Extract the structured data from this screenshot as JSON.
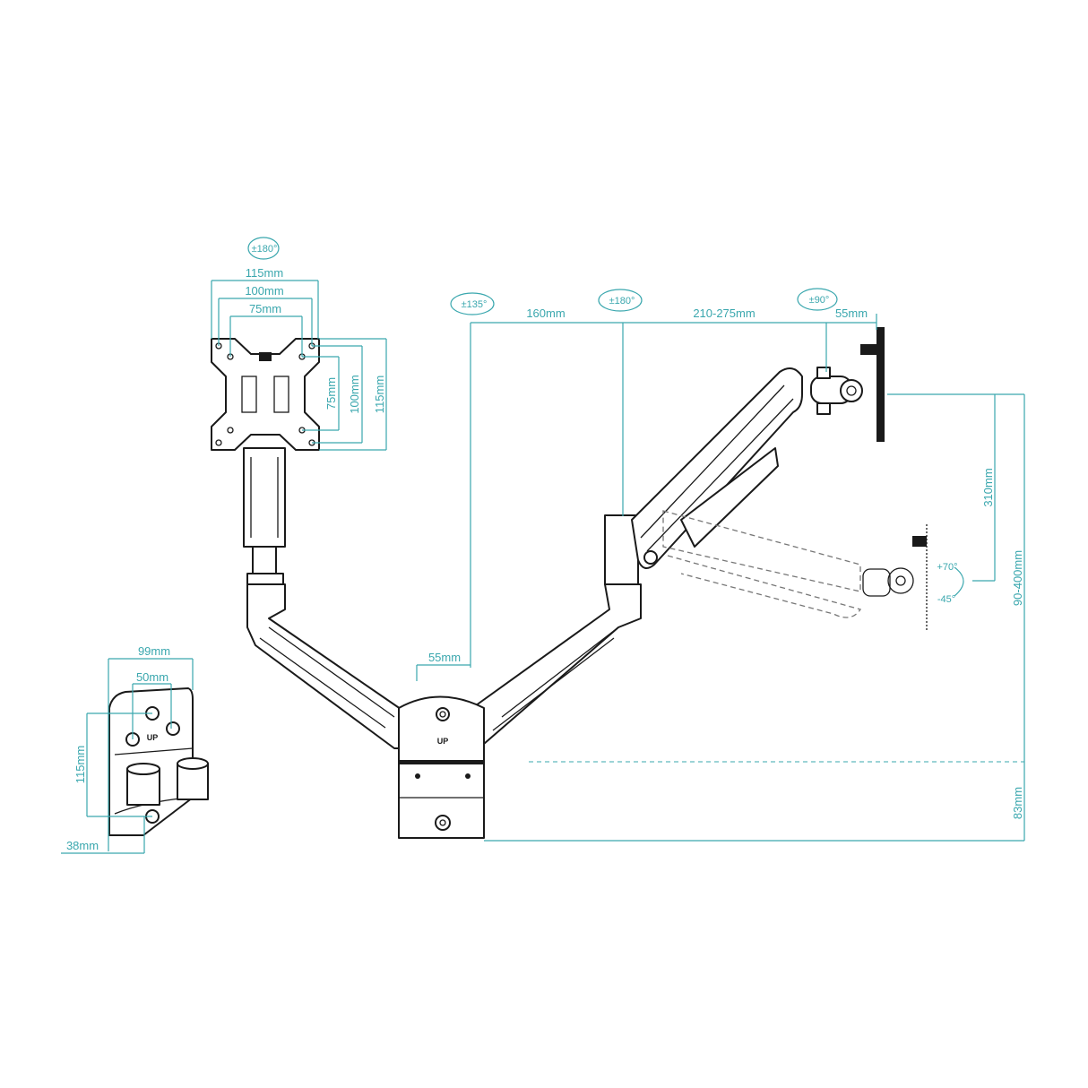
{
  "accent_color": "#3aa7ae",
  "line_color": "#1a1a1a",
  "vesa_plate": {
    "rotation": "±180°",
    "width_115": "115mm",
    "width_100": "100mm",
    "width_75": "75mm",
    "height_75": "75mm",
    "height_100": "100mm",
    "height_115": "115mm"
  },
  "arm": {
    "base_rotation": "±135°",
    "elbow_rotation": "±180°",
    "head_swivel": "±90°",
    "lower_arm_length": "160mm",
    "upper_arm_length": "210-275mm",
    "head_depth": "55mm",
    "height_travel": "310mm",
    "tilt_up": "+70°",
    "tilt_down": "-45°",
    "total_height": "90-400mm",
    "base_height": "83mm",
    "base_offset": "55mm",
    "base_up_label": "UP"
  },
  "wall_bracket": {
    "width": "99mm",
    "hole_spacing": "50mm",
    "height": "115mm",
    "depth": "38mm",
    "up_label": "UP"
  }
}
